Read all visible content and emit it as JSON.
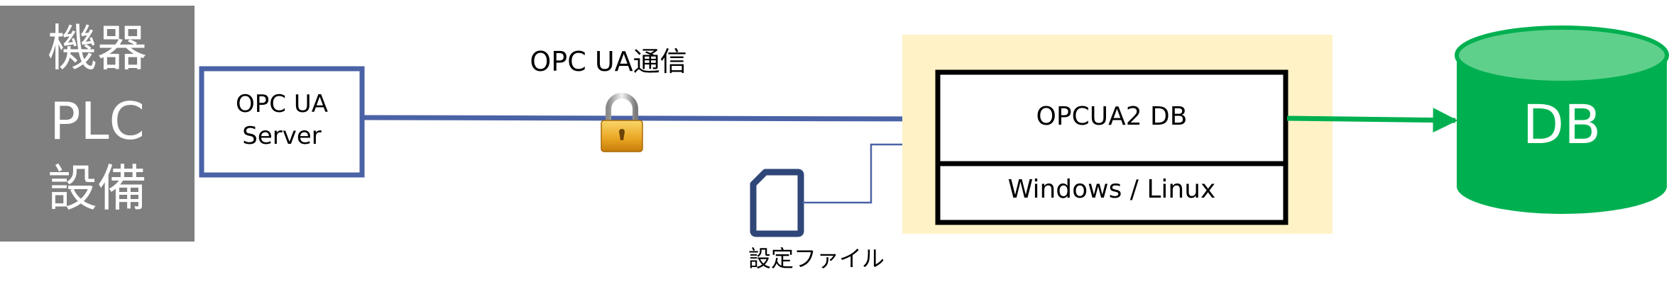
{
  "device": {
    "lines": [
      "機器",
      "PLC",
      "設備"
    ],
    "fill": "#7f7f7f",
    "text_color": "#ffffff"
  },
  "server": {
    "lines": [
      "OPC UA",
      "Server"
    ],
    "border_color": "#4a62a6"
  },
  "connection": {
    "label": "OPC UA通信",
    "line_color": "#4a62a6",
    "icon": "padlock-icon"
  },
  "config_file": {
    "label": "設定ファイル",
    "icon": "document-icon",
    "color": "#2f4678"
  },
  "app": {
    "background": "#fff2c6",
    "title": "OPCUA2 DB",
    "platform": "Windows / Linux"
  },
  "database": {
    "label": "DB",
    "fill": "#00b050",
    "top_fill": "#5fd08c",
    "arrow_color": "#00b050"
  }
}
